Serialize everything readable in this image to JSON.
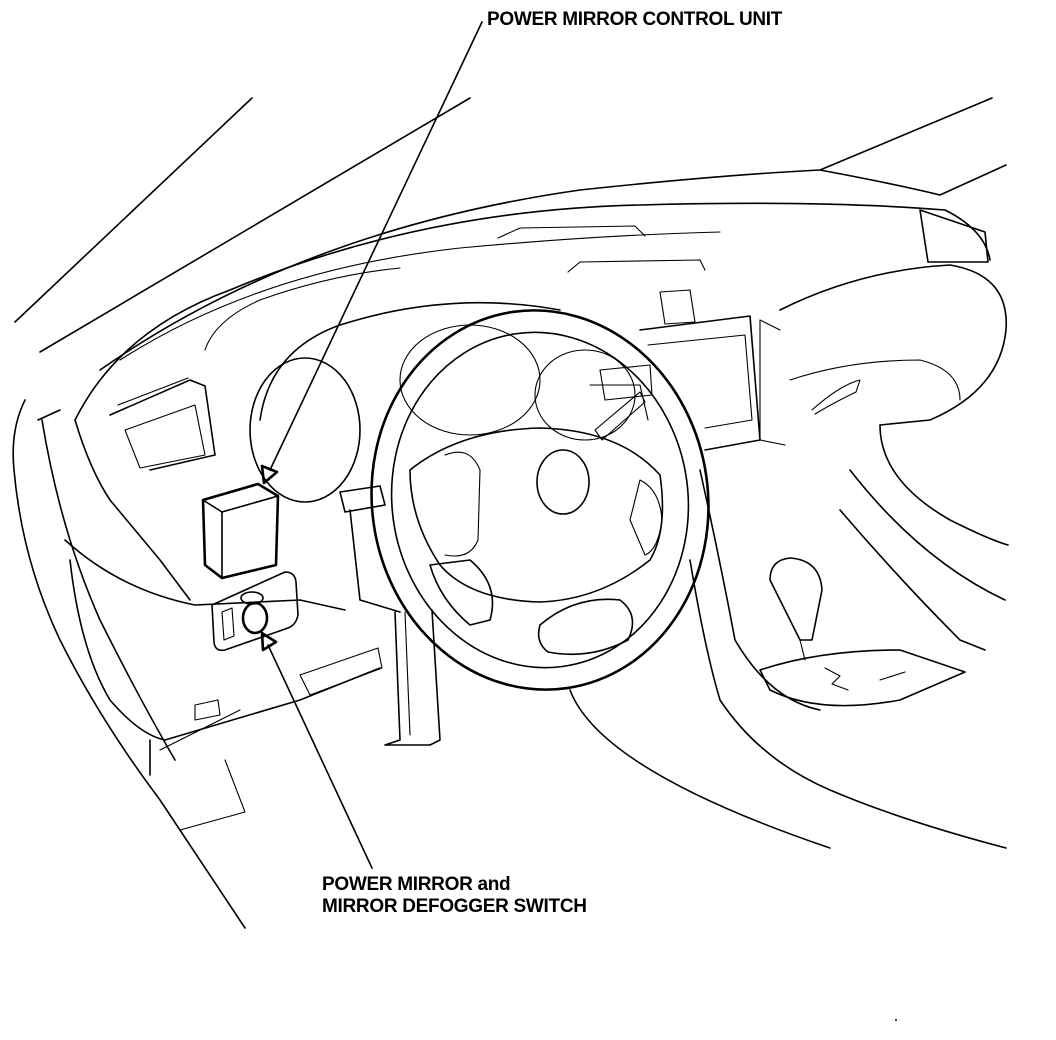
{
  "callouts": {
    "control_unit": "POWER MIRROR CONTROL UNIT",
    "switch_line1": "POWER MIRROR and",
    "switch_line2": "MIRROR DEFOGGER SWITCH"
  },
  "colors": {
    "ink": "#000000",
    "paper": "#ffffff"
  }
}
